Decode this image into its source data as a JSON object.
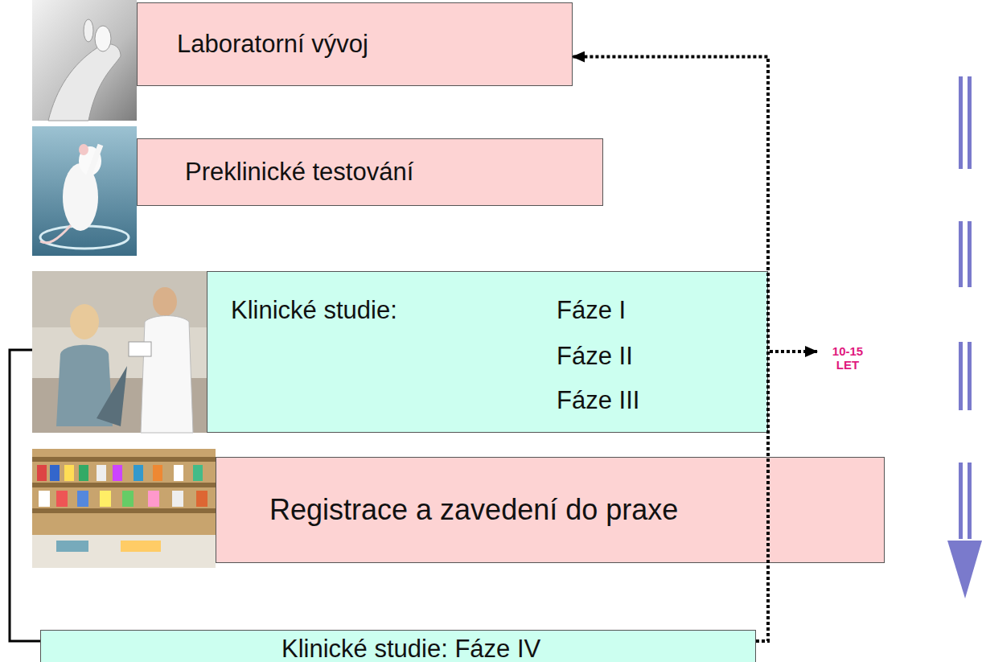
{
  "diagram": {
    "nodes": [
      {
        "text": [
          "Laboratorní vývoj"
        ]
      },
      {
        "text": [
          "Preklinické testování"
        ]
      },
      {
        "text": [
          "Klinické studie:",
          "Fáze I",
          "Fáze II",
          "Fáze III"
        ]
      },
      {
        "text": [
          "Registrace a zavedení do praxe"
        ]
      },
      {
        "text": [
          "Klinické studie: Fáze IV"
        ]
      }
    ],
    "edges": [
      {
        "from": 4,
        "to": 0,
        "arrow": "to"
      },
      {
        "from": 4,
        "to": 2,
        "arrow": "none"
      }
    ],
    "labels": [
      "10-15 LET"
    ]
  }
}
